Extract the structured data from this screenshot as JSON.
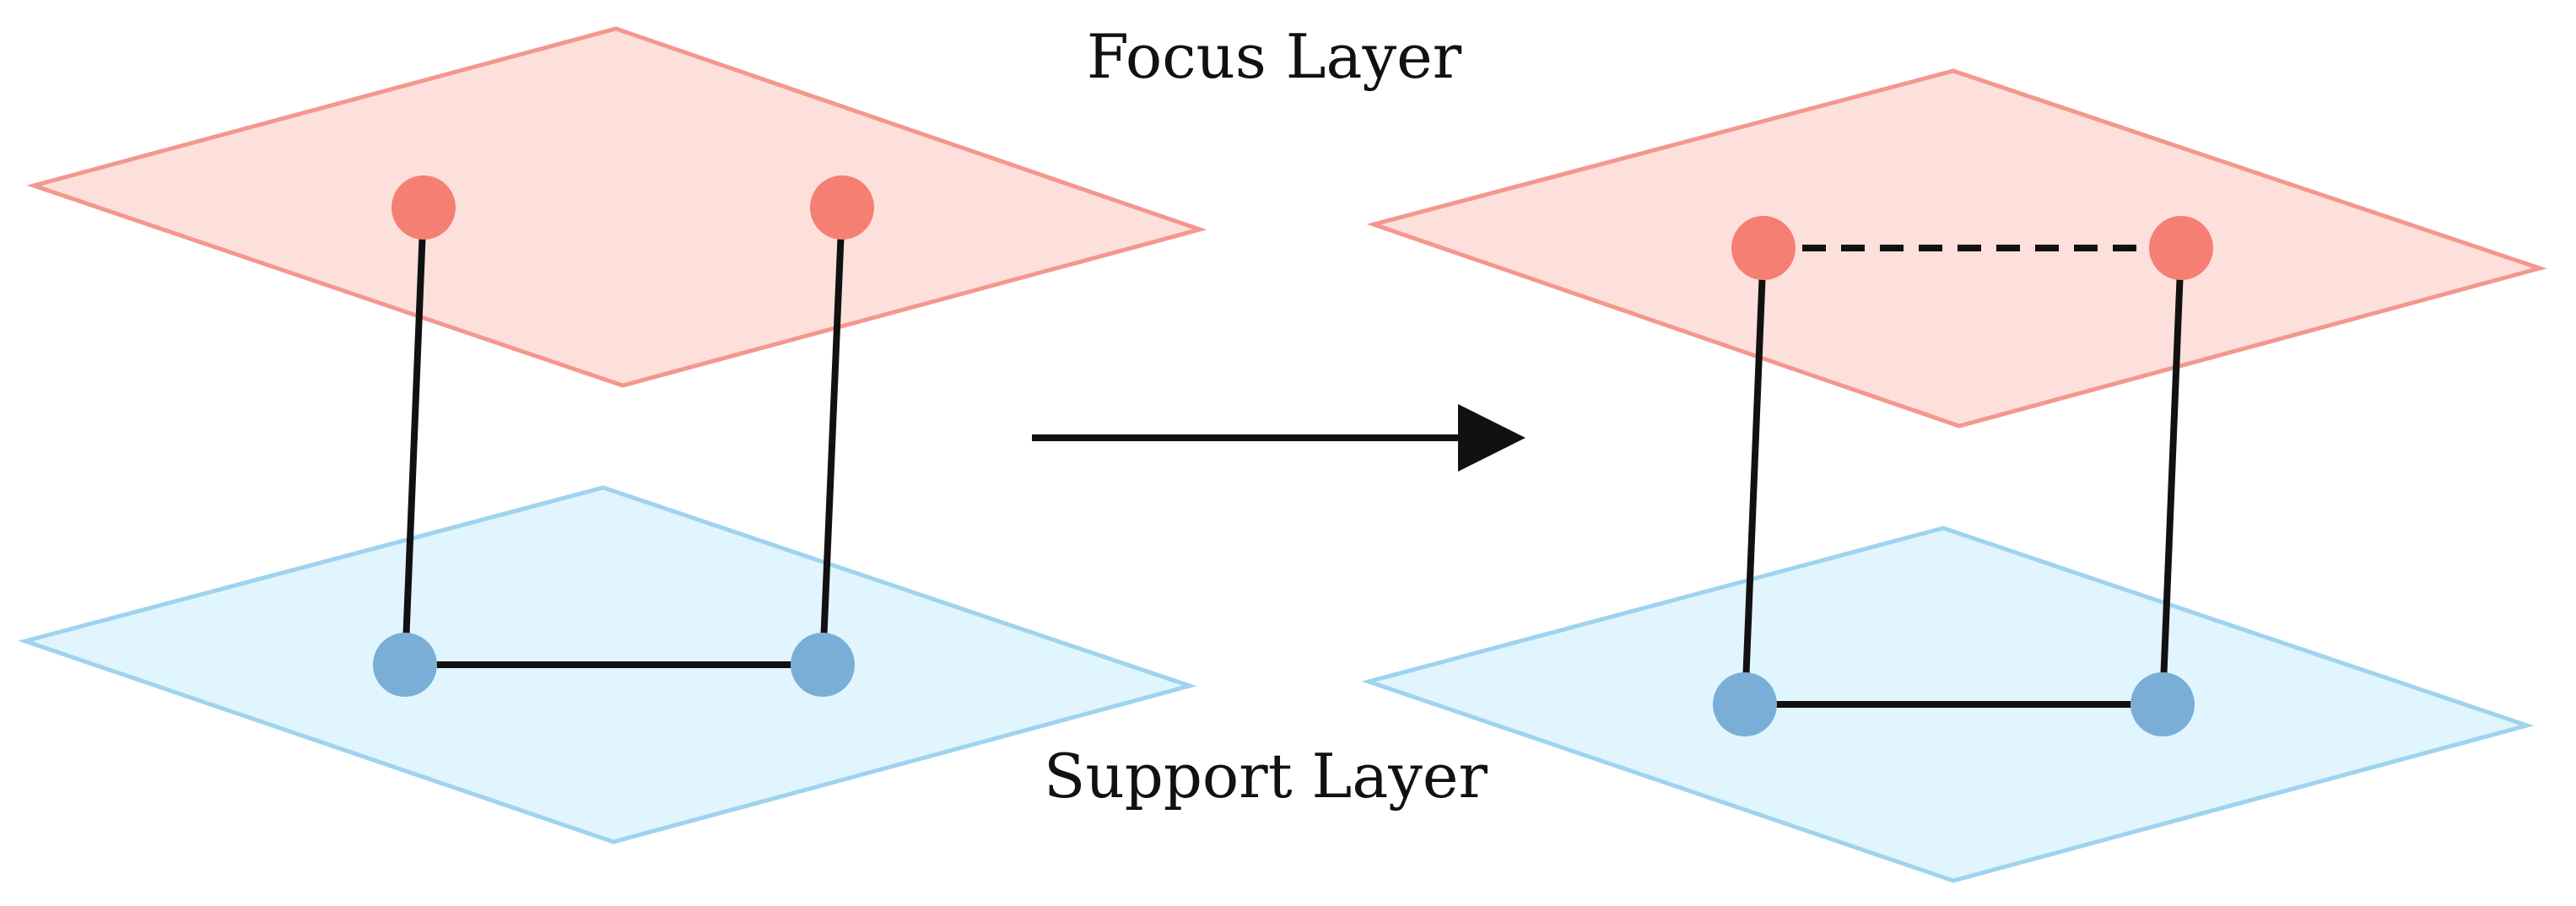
{
  "labels": {
    "focus_layer": "Focus Layer",
    "support_layer": "Support Layer"
  },
  "colors": {
    "focus_fill": "#fde0dc",
    "focus_stroke": "#f4978e",
    "support_fill": "#e0f5fd",
    "support_stroke": "#9fd3ef",
    "focus_node": "#f47f72",
    "support_node": "#7aaed6",
    "edge": "#111111"
  },
  "panels": [
    {
      "name": "before",
      "edges": [
        {
          "from": "focus-1",
          "to": "support-1",
          "style": "solid"
        },
        {
          "from": "focus-2",
          "to": "support-2",
          "style": "solid"
        },
        {
          "from": "support-1",
          "to": "support-2",
          "style": "solid"
        }
      ]
    },
    {
      "name": "after",
      "edges": [
        {
          "from": "focus-1",
          "to": "support-1",
          "style": "solid"
        },
        {
          "from": "focus-2",
          "to": "support-2",
          "style": "solid"
        },
        {
          "from": "support-1",
          "to": "support-2",
          "style": "solid"
        },
        {
          "from": "focus-1",
          "to": "focus-2",
          "style": "dashed"
        }
      ]
    }
  ]
}
